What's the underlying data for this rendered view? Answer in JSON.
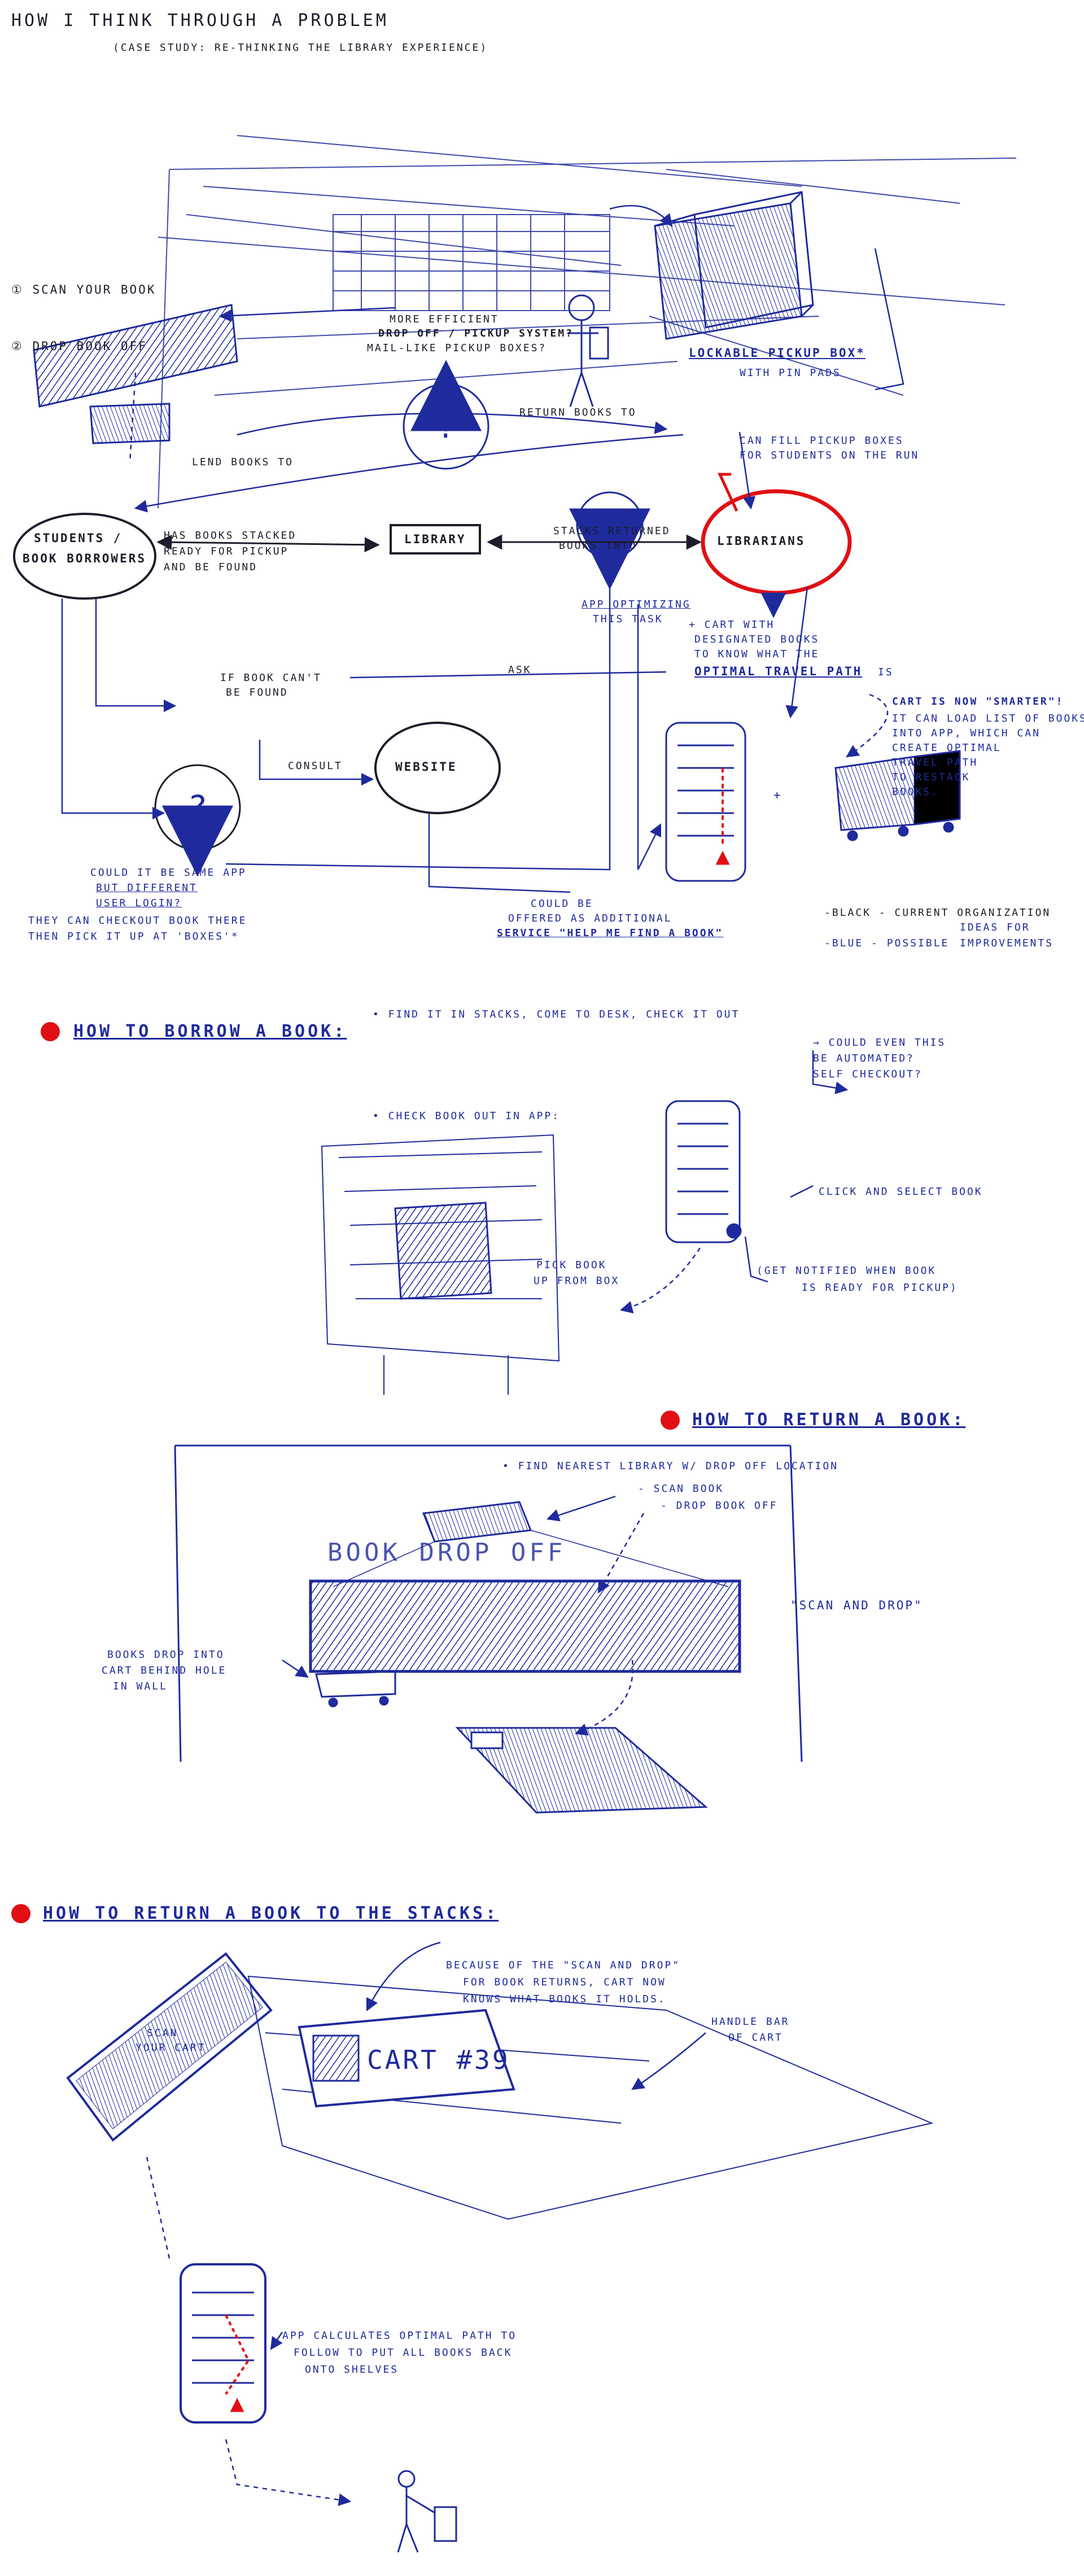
{
  "title": "How I think through a problem",
  "subtitle": "(Case study: Re-thinking the library experience)",
  "section1": {
    "scan_book": "① Scan your book",
    "drop_book": "② Drop book off",
    "more_efficient": "More efficient",
    "drop_off_system": "Drop off / pickup system?",
    "mail_like": "Mail-like pickup boxes?",
    "return_books_to": "Return books to",
    "lend_books_to": "Lend books to",
    "lockable_box": "Lockable pickup box*",
    "with_pin_pads": "with pin pads",
    "can_fill_boxes": "Can fill pickup boxes",
    "for_students": "for students on the run",
    "students": "Students /",
    "book_borrowers": "Book borrowers",
    "has_books_stacked": "Has books stacked",
    "ready_for_pickup": "ready for pickup",
    "and_be_found": "and be found",
    "library": "Library",
    "stacks_returned": "Stacks returned",
    "books_into": "books into",
    "librarians": "Librarians",
    "app_optimizing": "App optimizing",
    "this_task": "this task",
    "cart_with": "+ Cart with",
    "designated_books": "designated books",
    "to_know": "to know what the",
    "optimal_path": "optimal travel path",
    "is": "is",
    "if_book_cant": "If book can't",
    "be_found": "be found",
    "ask": "ask",
    "consult": "consult",
    "website": "Website",
    "cart_smarter": "Cart is now \"smarter\"!",
    "cart_note_1": "It can load list of books",
    "cart_note_2": "into app, which can",
    "cart_note_3": "create optimal",
    "cart_note_4": "travel path",
    "cart_note_5": "to restack",
    "cart_note_6": "books.",
    "could_be_same_app": "Could it be same app",
    "but_different": "but different",
    "user_login": "user login?",
    "they_can_checkout": "They can checkout book there",
    "then_pick_it_up": "then pick it up at 'boxes'*",
    "could_be_offered": "Could be",
    "offered_as": "offered as additional",
    "service_help": "service \"Help me find a book\"",
    "legend_black": "-Black - current organization",
    "legend_blue_label": "-Blue - possible",
    "legend_ideas": "Ideas for",
    "legend_improvements": "improvements",
    "plus": "+"
  },
  "section2": {
    "heading": "How to borrow a book:",
    "option_find": "• Find it in stacks, come to desk, check it out",
    "could_even": "→ Could even this",
    "be_automated": "be automated?",
    "self_checkout": "Self checkout?",
    "check_out_in_app": "• Check book out in app:",
    "click_select": "Click and select book",
    "pick_up": "Pick book",
    "up_from_box": "up from box",
    "get_notified": "(Get notified when book",
    "is_ready": "is ready for pickup)"
  },
  "section3": {
    "heading": "How to return a book:",
    "find_nearest": "• Find nearest library w/ drop off location",
    "scan_book": "- Scan book",
    "drop_book_off": "- Drop book off",
    "book_drop_off_sign": "Book drop off",
    "scan_and_drop": "\"Scan and drop\"",
    "books_drop": "Books drop into",
    "cart_behind": "cart behind hole",
    "in_wall": "in wall"
  },
  "section4": {
    "heading": "How to return a book to the stacks:",
    "because_of": "Because of the \"scan and drop\"",
    "for_book_returns": "for book returns, cart now",
    "knows_books": "knows what books it holds.",
    "scan_your_cart": "Scan",
    "your_cart": "your cart",
    "cart_label": "Cart #39",
    "handle_bar": "Handle bar",
    "of_cart": "of cart",
    "app_calculates": "App calculates optimal path to",
    "follow_to": "follow to put all books back",
    "onto_shelves": "onto shelves"
  },
  "colors": {
    "ink_blue": "#1f2a9c",
    "ink_black": "#1c1c2a",
    "accent_red": "#e10f14"
  }
}
